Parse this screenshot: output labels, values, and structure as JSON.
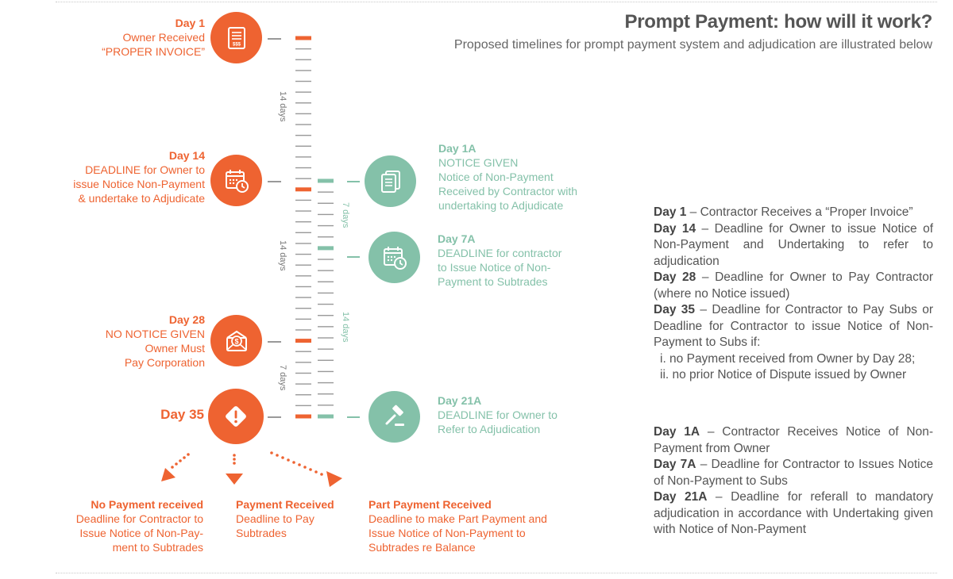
{
  "header": {
    "title": "Prompt Payment: how will it work?",
    "subtitle": "Proposed timelines for prompt payment system and adjudication are illustrated below"
  },
  "colors": {
    "orange": "#ee6331",
    "teal": "#84c1a9",
    "text": "#555555"
  },
  "left_nodes": {
    "day1": {
      "day": "Day 1",
      "lines": [
        "Owner Received",
        "“PROPER INVOICE”"
      ],
      "icon": "invoice-icon"
    },
    "day14": {
      "day": "Day 14",
      "lines": [
        "DEADLINE for Owner to",
        "issue Notice Non-Payment",
        "& undertake to Adjudicate"
      ],
      "icon": "calendar-clock-icon"
    },
    "day28": {
      "day": "Day 28",
      "lines": [
        "NO NOTICE GIVEN",
        "Owner Must",
        "Pay Corporation"
      ],
      "icon": "payment-envelope-icon"
    },
    "day35": {
      "day": "Day 35",
      "icon": "alert-icon"
    }
  },
  "right_nodes": {
    "day1a": {
      "day": "Day 1A",
      "lines": [
        "NOTICE GIVEN",
        "Notice of Non-Payment",
        "Received by Contractor with",
        "undertaking to Adjudicate"
      ],
      "icon": "document-icon"
    },
    "day7a": {
      "day": "Day 7A",
      "lines": [
        "DEADLINE for contractor",
        "to Issue Notice of Non-",
        "Payment to Subtrades"
      ],
      "icon": "calendar-clock-icon"
    },
    "day21a": {
      "day": "Day 21A",
      "lines": [
        "DEADLINE for Owner to",
        "Refer to Adjudication"
      ],
      "icon": "gavel-icon"
    }
  },
  "intervals": {
    "main_1": "14 days",
    "main_2": "14 days",
    "main_3": "7 days",
    "teal_1": "7 days",
    "teal_2": "14 days"
  },
  "outcomes": [
    {
      "title": "No Payment received",
      "lines": [
        "Deadline for Contractor to",
        "Issue Notice of Non-Pay-",
        "ment to Subtrades"
      ]
    },
    {
      "title": "Payment Received",
      "lines": [
        "Deadline to Pay",
        "Subtrades"
      ]
    },
    {
      "title": "Part Payment Received",
      "lines": [
        "Deadline to make Part Payment and",
        "Issue Notice  of Non-Payment to",
        "Subtrades re Balance"
      ]
    }
  ],
  "legend": {
    "group1": [
      {
        "key": "Day 1",
        "text": " – Contractor Receives a “Proper Invoice”"
      },
      {
        "key": "Day 14",
        "text": " – Deadline for Owner to issue Notice of Non-Payment and Undertaking to refer to adjudication"
      },
      {
        "key": "Day 28",
        "text": " – Deadline for Owner to Pay Contractor (where no Notice issued)"
      },
      {
        "key": "Day 35",
        "text": " – Deadline for Contractor to Pay Subs or Deadline for Contractor to issue Notice of Non-Payment to Subs if:"
      }
    ],
    "conditions": [
      "i. no Payment received from Owner by Day 28;",
      "ii. no prior Notice of Dispute issued by Owner"
    ],
    "group2": [
      {
        "key": "Day 1A",
        "text": " – Contractor Receives Notice of Non-Payment from Owner"
      },
      {
        "key": "Day 7A",
        "text": " – Deadline for Contractor to Issues Notice of Non-Payment to Subs"
      },
      {
        "key": "Day 21A",
        "text": " – Deadline for referall to mandatory adjudication in accordance with Undertaking given with Notice of Non-Payment"
      }
    ]
  }
}
